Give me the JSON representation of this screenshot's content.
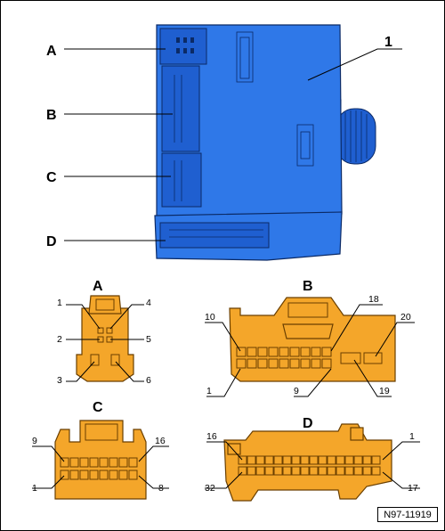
{
  "figure_ref": "N97-11919",
  "main_view": {
    "labels": {
      "A": "A",
      "B": "B",
      "C": "C",
      "D": "D",
      "part": "1"
    }
  },
  "connector_a": {
    "title": "A",
    "pins": [
      "1",
      "2",
      "3",
      "4",
      "5",
      "6"
    ]
  },
  "connector_b": {
    "title": "B",
    "pins": {
      "top_left": "10",
      "top_right": "18",
      "bottom_left": "1",
      "bottom_right": "9",
      "aux_top": "20",
      "aux_bottom": "19"
    }
  },
  "connector_c": {
    "title": "C",
    "pins": {
      "top_left": "9",
      "top_right": "16",
      "bottom_left": "1",
      "bottom_right": "8"
    }
  },
  "connector_d": {
    "title": "D",
    "pins": {
      "top_left": "16",
      "top_right": "1",
      "bottom_left": "32",
      "bottom_right": "17"
    }
  }
}
